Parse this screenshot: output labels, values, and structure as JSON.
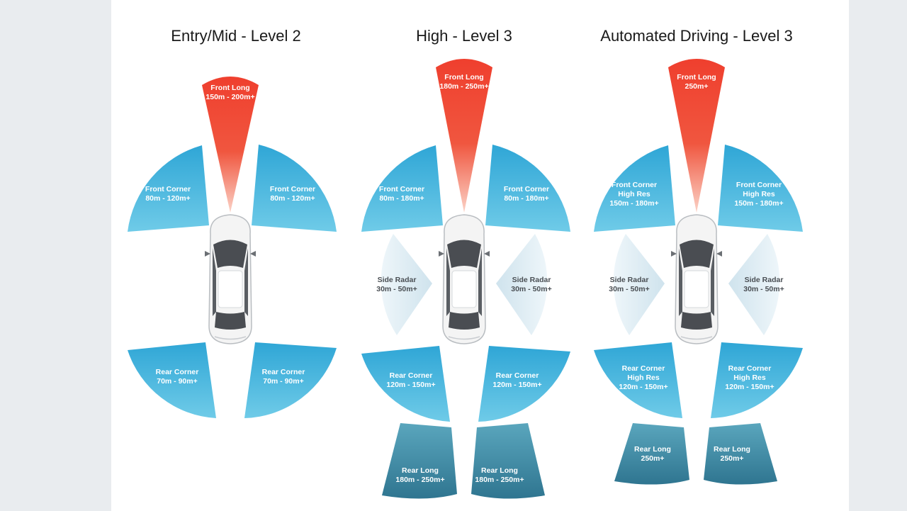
{
  "colors": {
    "front_long": "#ef4a36",
    "corner": "#3fb3dc",
    "side_radar": "#dcecf3",
    "rear_long": "#3f8ea8",
    "car_body": "#f4f4f4",
    "glass": "#4a4d52"
  },
  "panels": [
    {
      "title": "Entry/Mid - Level 2",
      "front_long": [
        "Front Long",
        "150m - 200m+"
      ],
      "front_corner_left": [
        "Front Corner",
        "80m - 120m+"
      ],
      "front_corner_right": [
        "Front Corner",
        "80m - 120m+"
      ],
      "rear_corner_left": [
        "Rear Corner",
        "70m - 90m+"
      ],
      "rear_corner_right": [
        "Rear Corner",
        "70m - 90m+"
      ]
    },
    {
      "title": "High - Level 3",
      "front_long": [
        "Front Long",
        "180m - 250m+"
      ],
      "front_corner_left": [
        "Front Corner",
        "80m - 180m+"
      ],
      "front_corner_right": [
        "Front Corner",
        "80m - 180m+"
      ],
      "side_radar_left": [
        "Side Radar",
        "30m - 50m+"
      ],
      "side_radar_right": [
        "Side Radar",
        "30m - 50m+"
      ],
      "rear_corner_left": [
        "Rear Corner",
        "120m - 150m+"
      ],
      "rear_corner_right": [
        "Rear Corner",
        "120m - 150m+"
      ],
      "rear_long_left": [
        "Rear Long",
        "180m - 250m+"
      ],
      "rear_long_right": [
        "Rear Long",
        "180m - 250m+"
      ]
    },
    {
      "title": "Automated Driving - Level 3",
      "front_long": [
        "Front Long",
        "250m+"
      ],
      "front_corner_left": [
        "Front Corner",
        "High Res",
        "150m - 180m+"
      ],
      "front_corner_right": [
        "Front Corner",
        "High Res",
        "150m - 180m+"
      ],
      "side_radar_left": [
        "Side Radar",
        "30m - 50m+"
      ],
      "side_radar_right": [
        "Side Radar",
        "30m - 50m+"
      ],
      "rear_corner_left": [
        "Rear Corner",
        "High Res",
        "120m - 150m+"
      ],
      "rear_corner_right": [
        "Rear Corner",
        "High Res",
        "120m - 150m+"
      ],
      "rear_long_left": [
        "Rear Long",
        "250m+"
      ],
      "rear_long_right": [
        "Rear Long",
        "250m+"
      ]
    }
  ]
}
